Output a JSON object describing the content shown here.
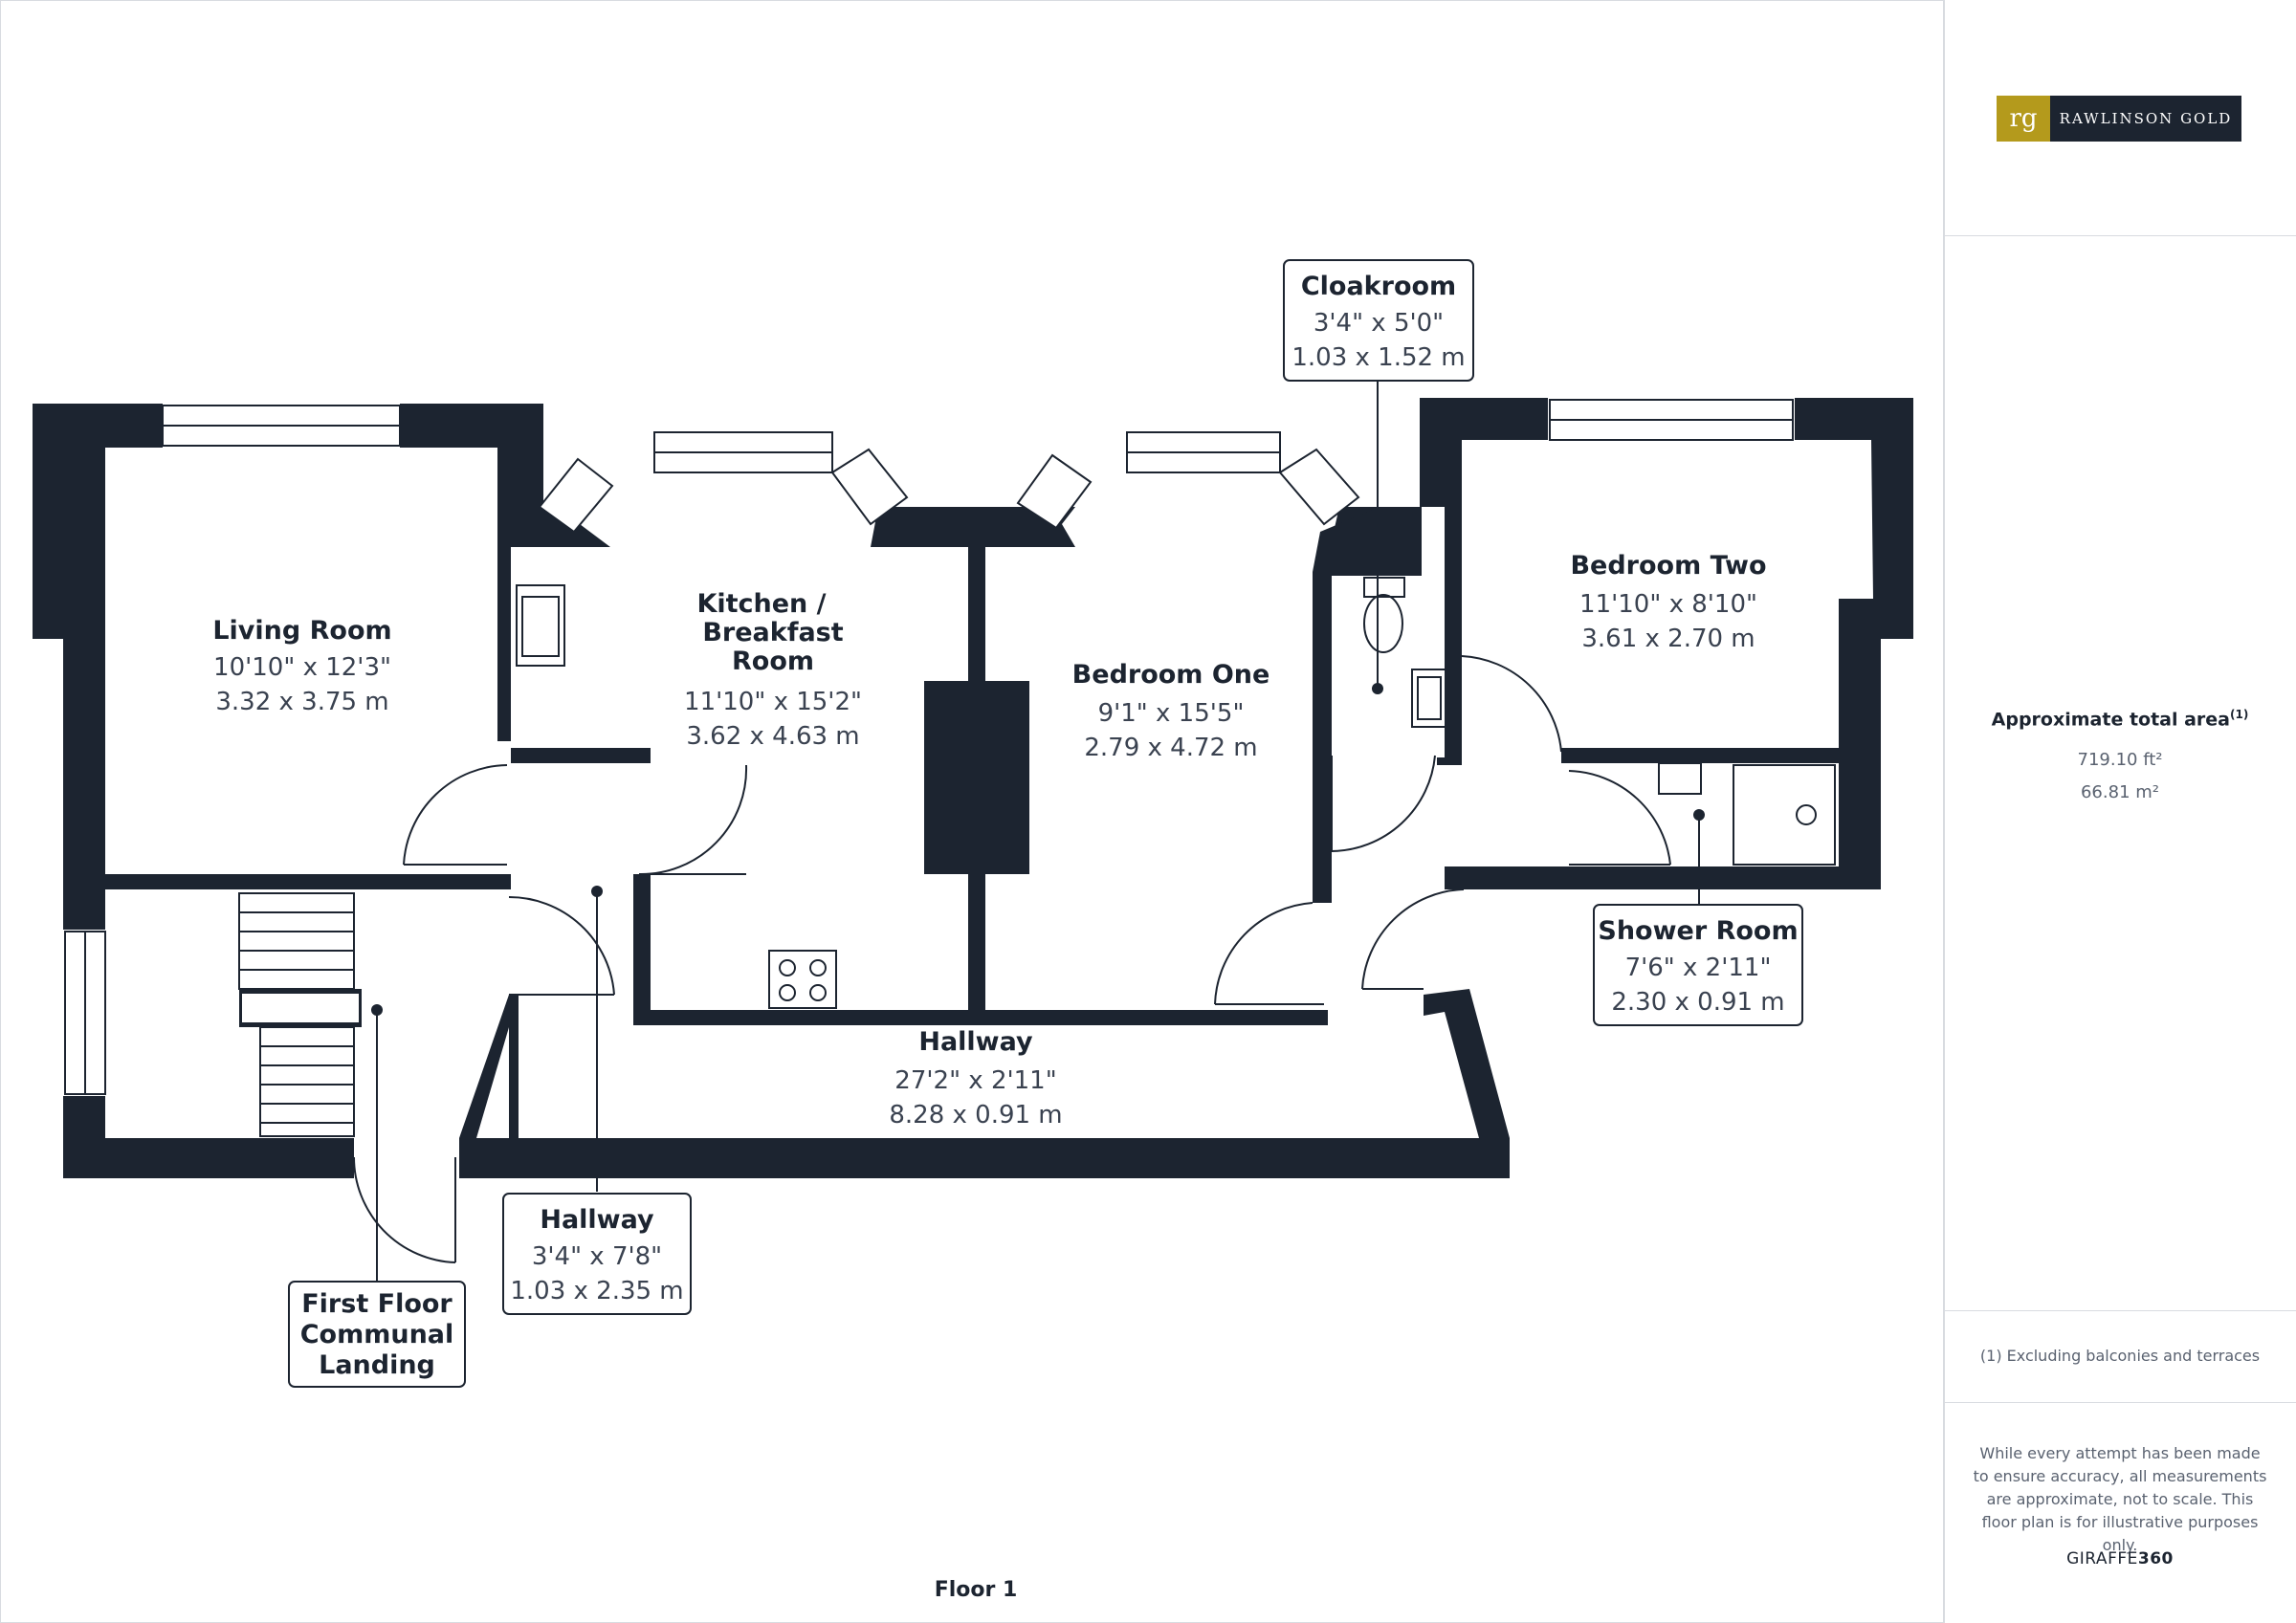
{
  "brand": {
    "logo_mark": "rg",
    "logo_text": "RAWLINSON GOLD",
    "logo_colors": {
      "mark": "#b49a1c",
      "text_bg": "#1c2430"
    },
    "footer_prefix": "GIRAFFE",
    "footer_suffix": "360"
  },
  "summary": {
    "area_label": "Approximate total area",
    "area_note_ref": "(1)",
    "area_ft": "719.10 ft²",
    "area_m": "66.81 m²",
    "exclusion_note": "(1) Excluding balconies and terraces",
    "disclaimer": "While every attempt has been made to ensure accuracy, all measurements are approximate, not to scale. This floor plan is for illustrative purposes only."
  },
  "floor": {
    "label": "Floor 1"
  },
  "rooms": {
    "living": {
      "name": "Living Room",
      "imperial": "10'10\" x 12'3\"",
      "metric": "3.32 x 3.75 m"
    },
    "kitchen": {
      "name_line1": "Kitchen /",
      "name_line2": "Breakfast",
      "name_line3": "Room",
      "imperial": "11'10\" x 15'2\"",
      "metric": "3.62 x 4.63 m"
    },
    "bedroom_one": {
      "name": "Bedroom One",
      "imperial": "9'1\" x 15'5\"",
      "metric": "2.79 x 4.72 m"
    },
    "bedroom_two": {
      "name": "Bedroom Two",
      "imperial": "11'10\" x 8'10\"",
      "metric": "3.61 x 2.70 m"
    },
    "hallway_main": {
      "name": "Hallway",
      "imperial": "27'2\" x 2'11\"",
      "metric": "8.28 x 0.91 m"
    },
    "cloakroom": {
      "name": "Cloakroom",
      "imperial": "3'4\" x 5'0\"",
      "metric": "1.03 x 1.52 m"
    },
    "shower": {
      "name": "Shower Room",
      "imperial": "7'6\" x 2'11\"",
      "metric": "2.30 x 0.91 m"
    },
    "hallway_small": {
      "name": "Hallway",
      "imperial": "3'4\" x 7'8\"",
      "metric": "1.03 x 2.35 m"
    },
    "landing": {
      "name_line1": "First Floor",
      "name_line2": "Communal",
      "name_line3": "Landing"
    }
  },
  "colors": {
    "wall": "#1c2430",
    "brand_gold": "#b49a1c"
  }
}
